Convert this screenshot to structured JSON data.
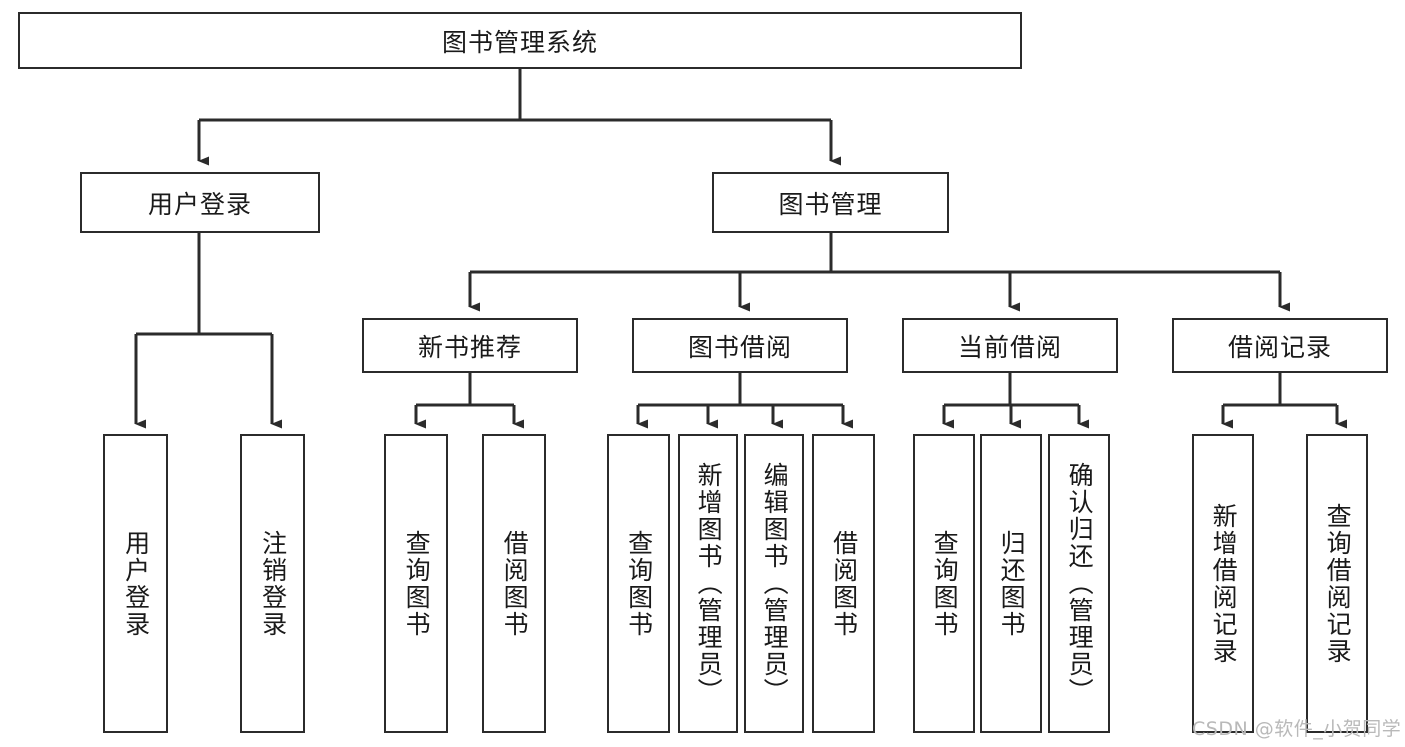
{
  "diagram": {
    "title": "图书管理系统",
    "type": "hierarchical-tree",
    "watermark": "CSDN @软件_小贺同学",
    "colors": {
      "background": "#ffffff",
      "border": "#2b2b2b",
      "text": "#1a1a1a",
      "connector": "#2b2b2b",
      "watermark": "#b9b9b9"
    },
    "nodes": {
      "root": {
        "label": "图书管理系统"
      },
      "level2": [
        {
          "label": "用户登录"
        },
        {
          "label": "图书管理"
        }
      ],
      "level3": [
        {
          "label": "新书推荐"
        },
        {
          "label": "图书借阅"
        },
        {
          "label": "当前借阅"
        },
        {
          "label": "借阅记录"
        }
      ],
      "leaves_user_login": [
        {
          "label": "用户登录"
        },
        {
          "label": "注销登录"
        }
      ],
      "leaves_new_book": [
        {
          "label": "查询图书"
        },
        {
          "label": "借阅图书"
        }
      ],
      "leaves_borrow": [
        {
          "label": "查询图书"
        },
        {
          "label": "新增图书（管理员）"
        },
        {
          "label": "编辑图书（管理员）"
        },
        {
          "label": "借阅图书"
        }
      ],
      "leaves_current": [
        {
          "label": "查询图书"
        },
        {
          "label": "归还图书"
        },
        {
          "label": "确认归还（管理员）"
        }
      ],
      "leaves_records": [
        {
          "label": "新增借阅记录"
        },
        {
          "label": "查询借阅记录"
        }
      ]
    }
  }
}
